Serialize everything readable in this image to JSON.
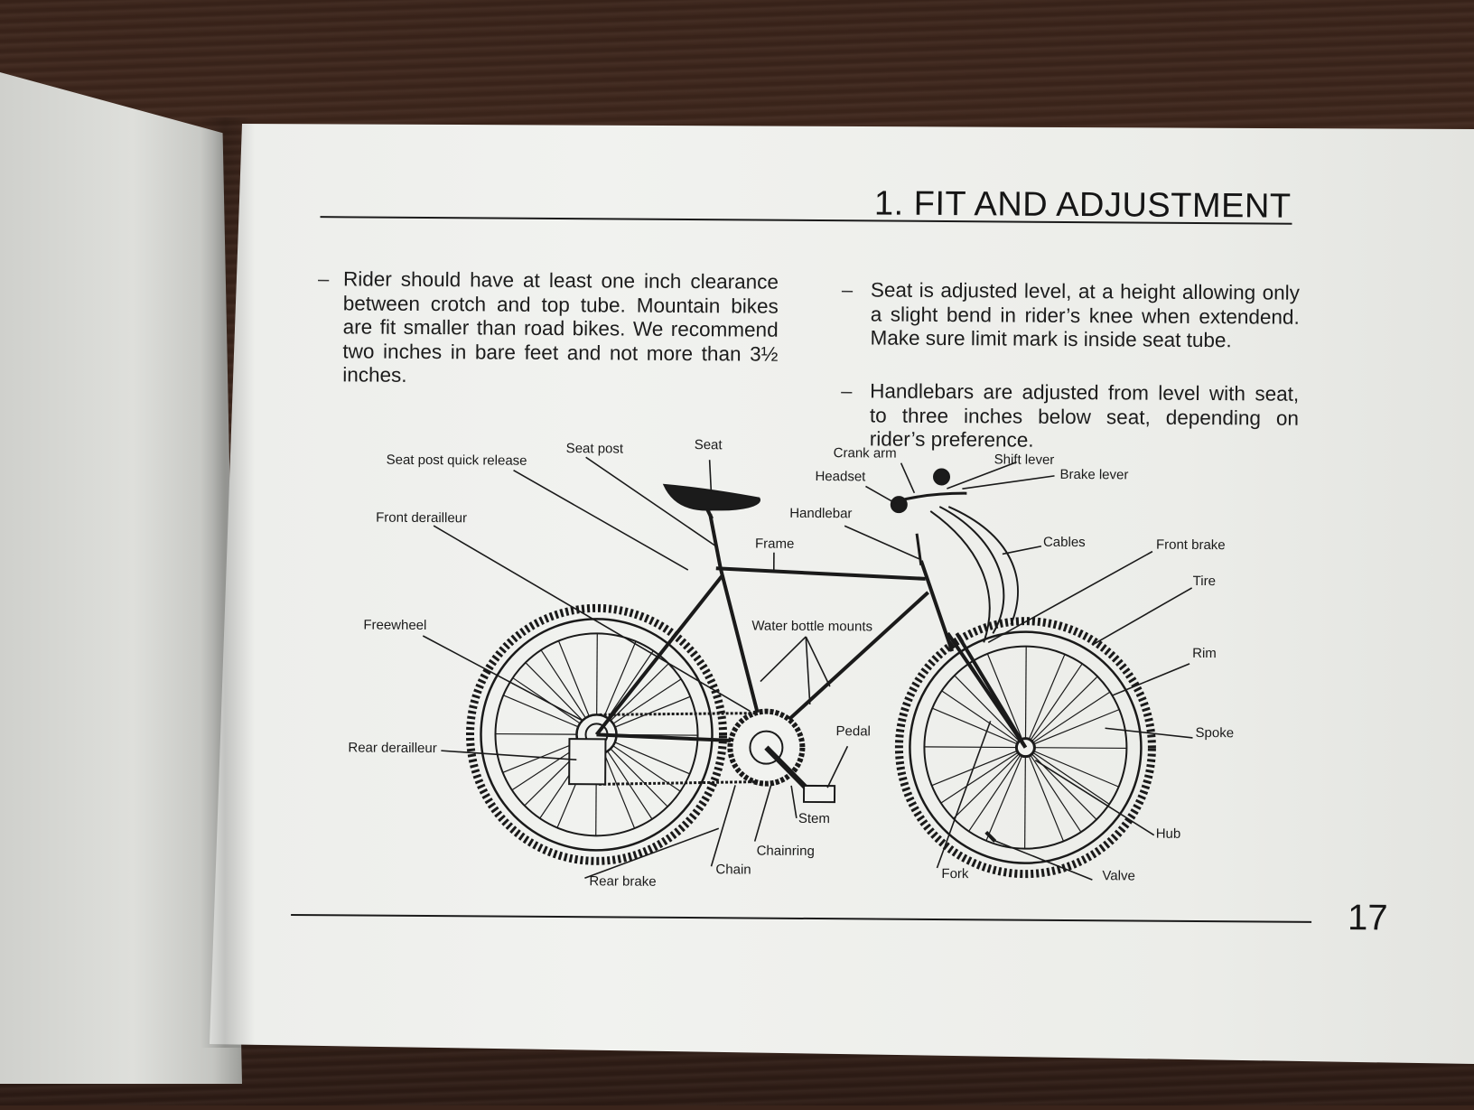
{
  "header": {
    "title": "1. FIT AND ADJUSTMENT"
  },
  "left_column": {
    "bullet": "–",
    "text": "Rider should have at least one inch clearance between crotch and top tube. Mountain bikes are fit smaller than road bikes. We recommend two inches in bare feet and not more than 3½ inches."
  },
  "right_column": {
    "items": [
      {
        "bullet": "–",
        "text": "Seat is adjusted level, at a height allowing only a slight bend in rider’s knee when extendend. Make sure limit mark is inside seat tube."
      },
      {
        "bullet": "–",
        "text": "Handlebars are adjusted from level with seat, to three inches below seat, depending on rider’s preference."
      }
    ]
  },
  "diagram": {
    "labels": {
      "seat_post_quick_release": "Seat post quick release",
      "seat_post": "Seat post",
      "seat": "Seat",
      "crank_arm": "Crank arm",
      "shift_lever": "Shift lever",
      "brake_lever": "Brake lever",
      "headset": "Headset",
      "handlebar": "Handlebar",
      "front_derailleur": "Front derailleur",
      "frame": "Frame",
      "cables": "Cables",
      "front_brake": "Front brake",
      "tire": "Tire",
      "freewheel": "Freewheel",
      "water_bottle_mounts": "Water bottle mounts",
      "rim": "Rim",
      "pedal": "Pedal",
      "spoke": "Spoke",
      "rear_derailleur": "Rear derailleur",
      "stem": "Stem",
      "hub": "Hub",
      "chainring": "Chainring",
      "chain": "Chain",
      "fork": "Fork",
      "valve": "Valve",
      "rear_brake": "Rear brake"
    }
  },
  "footer": {
    "page_number": "17"
  }
}
